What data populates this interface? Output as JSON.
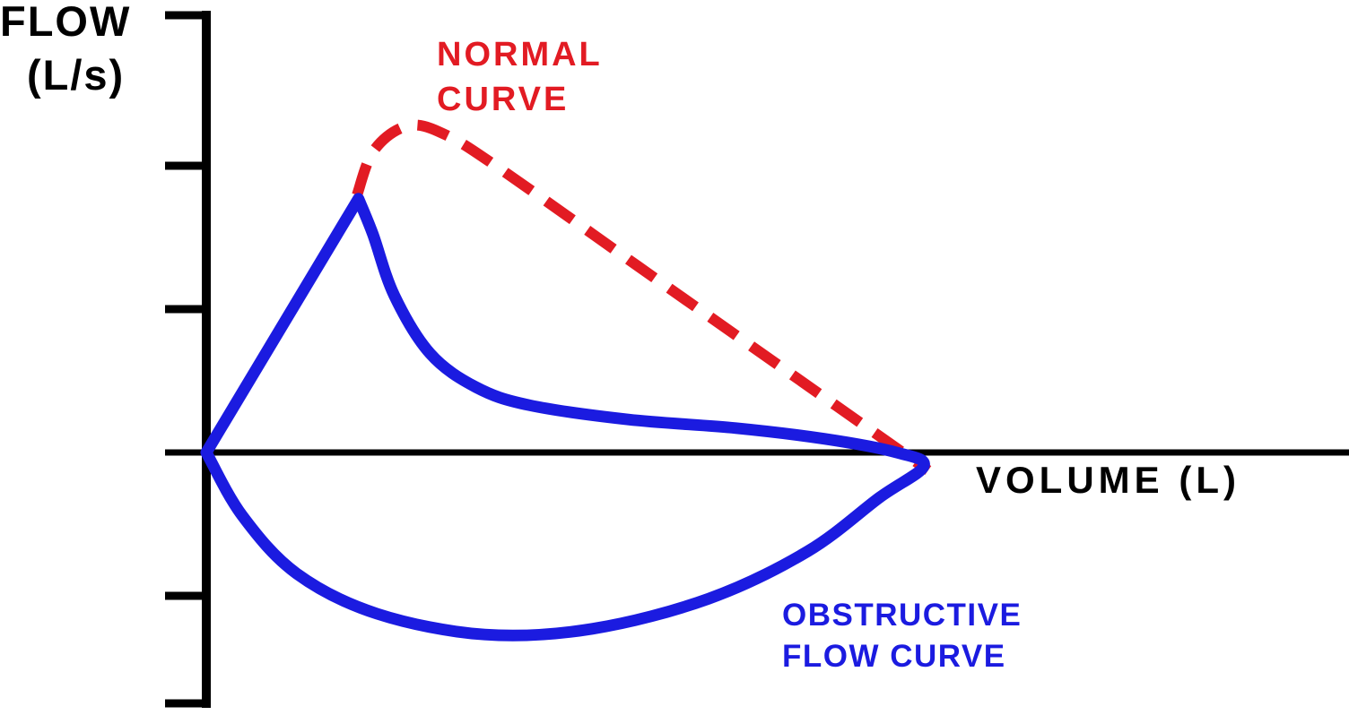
{
  "page": {
    "background": "#ffffff"
  },
  "labels": {
    "y_axis_line1": "FLOW",
    "y_axis_line2": "(L/s)",
    "x_axis": "VOLUME (L)",
    "normal_line1": "NORMAL",
    "normal_line2": "CURVE",
    "obstructive_line1": "OBSTRUCTIVE",
    "obstructive_line2": "FLOW CURVE"
  },
  "colors": {
    "axis": "#000000",
    "normal": "#e21b23",
    "obstructive": "#1b1be0"
  },
  "chart_data": {
    "type": "line",
    "title": "",
    "xlabel": "VOLUME (L)",
    "ylabel": "FLOW (L/s)",
    "x_range": [
      0,
      8
    ],
    "y_range": [
      -3.5,
      6.1
    ],
    "y_ticks": [
      4,
      2,
      0,
      -2
    ],
    "x_ticks": [],
    "grid": false,
    "legend": "inline-annotations",
    "series": [
      {
        "id": "normal-curve",
        "name": "NORMAL CURVE",
        "color": "#e21b23",
        "line_style": "dashed",
        "width": 12,
        "annotation": "NORMAL CURVE",
        "segments": [
          {
            "type": "smooth",
            "points": [
              [
                1.05,
                3.59
              ],
              [
                1.17,
                4.22
              ],
              [
                1.41,
                4.56
              ],
              [
                1.68,
                4.42
              ],
              [
                2.06,
                3.94
              ],
              [
                3.0,
                2.61
              ],
              [
                4.0,
                1.2
              ],
              [
                5.03,
                -0.25
              ]
            ]
          }
        ]
      },
      {
        "id": "obstructive-curve",
        "name": "OBSTRUCTIVE FLOW CURVE",
        "color": "#1b1be0",
        "line_style": "solid",
        "width": 13,
        "annotation": "OBSTRUCTIVE FLOW CURVE",
        "segments": [
          {
            "type": "line",
            "points": [
              [
                0,
                0
              ],
              [
                1.06,
                3.54
              ]
            ]
          },
          {
            "type": "smooth",
            "points": [
              [
                1.06,
                3.54
              ],
              [
                1.16,
                3.05
              ],
              [
                1.31,
                2.19
              ],
              [
                1.56,
                1.38
              ],
              [
                1.88,
                0.91
              ],
              [
                2.25,
                0.66
              ],
              [
                2.94,
                0.46
              ],
              [
                3.69,
                0.34
              ],
              [
                4.31,
                0.19
              ],
              [
                4.81,
                0.0
              ],
              [
                5.0,
                -0.19
              ],
              [
                4.69,
                -0.63
              ],
              [
                4.19,
                -1.38
              ],
              [
                3.5,
                -2.04
              ],
              [
                2.69,
                -2.46
              ],
              [
                1.94,
                -2.54
              ],
              [
                1.19,
                -2.25
              ],
              [
                0.63,
                -1.69
              ],
              [
                0.25,
                -0.88
              ],
              [
                0.0,
                0.0
              ]
            ]
          }
        ]
      }
    ]
  }
}
